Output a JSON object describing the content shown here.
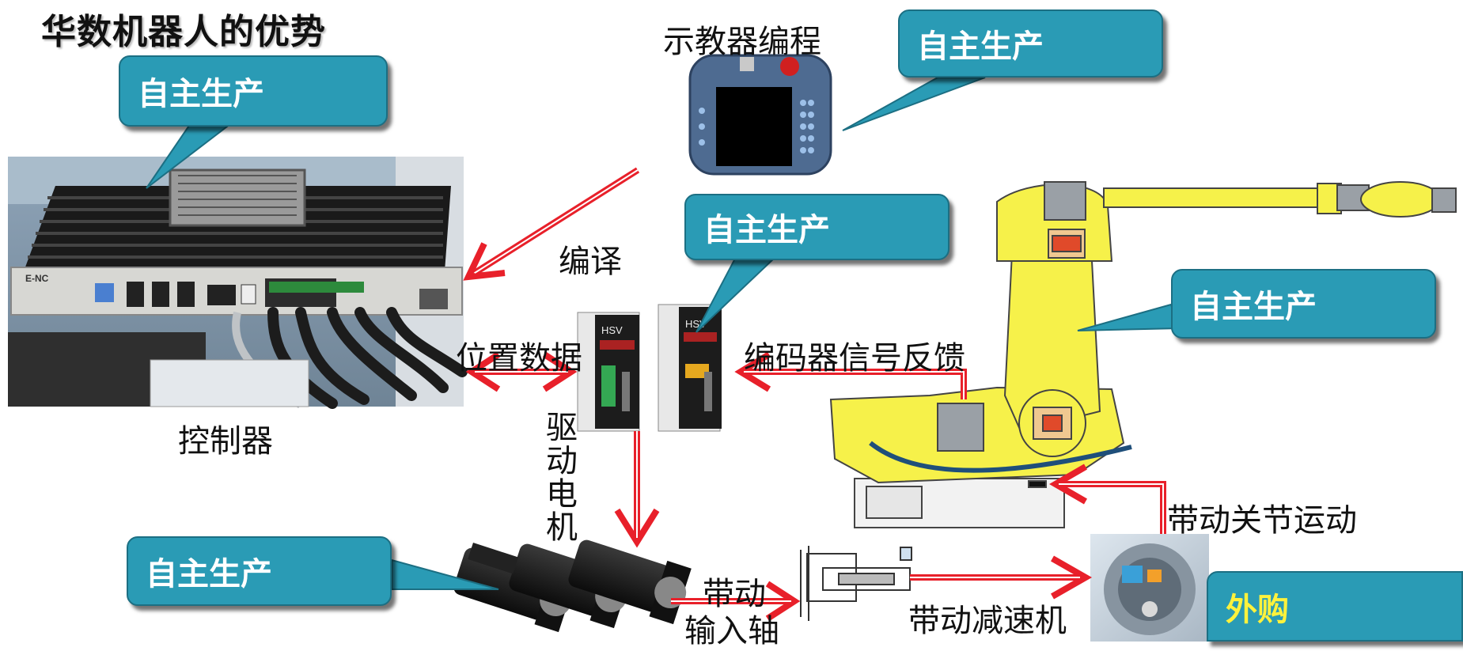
{
  "title": "华数机器人的优势",
  "callouts": {
    "controller": "自主生产",
    "pendant": "自主生产",
    "drive": "自主生产",
    "robot": "自主生产",
    "motor": "自主生产",
    "reducer": "外购"
  },
  "labels": {
    "pendant": "示教器编程",
    "compile": "编译",
    "controller": "控制器",
    "position_data": "位置数据",
    "encoder_feedback": "编码器信号反馈",
    "drive_motor": "驱动电机",
    "drive_input_line1": "带动",
    "drive_input_line2": "输入轴",
    "drive_reducer": "带动减速机",
    "drive_joint": "带动关节运动"
  },
  "device_text": {
    "controller_brand": "E-NC",
    "drive_brand": "HSV"
  },
  "colors": {
    "callout": "#2a9bb5",
    "arrow": "#e8202a",
    "robot": "#f6f14a",
    "reducer_text": "#fff23c"
  }
}
